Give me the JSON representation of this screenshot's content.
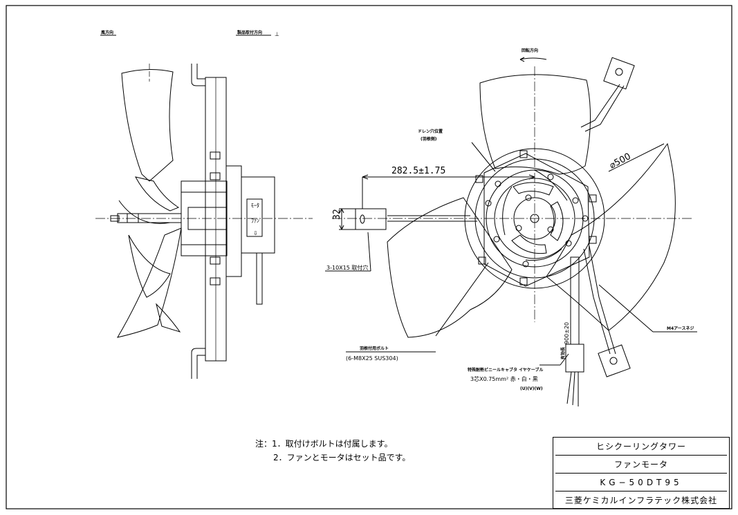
{
  "side_view": {
    "air_direction_label": "風方向",
    "mount_direction_label": "製品取付方向",
    "mount_direction_symbol": "⊥",
    "motor_label_1": "ﾓｰﾀ",
    "motor_label_2": "ﾌｧﾝ",
    "motor_arrow": "⇩"
  },
  "front_view": {
    "rotation_label": "回転方向",
    "drain_label_1": "ドレン穴位置",
    "drain_label_2": "(羽根側)",
    "diameter_label": "⌀500",
    "distance_dim": "282.5±1.75",
    "height_dim": "32",
    "hole_label": "3-10X15 取付穴",
    "bolt_label_1": "羽根付用ボルト",
    "bolt_label_2": "(6-M8X25 SUS304)",
    "earth_label": "M4アースネジ",
    "cable_length": "900±20",
    "cable_length_prefix": "有効長",
    "cable_label_1": "特殊耐熱ビニールキャブタ イヤケーブル",
    "cable_label_2": "3芯X0.75mm² 赤・白・黒",
    "cable_label_3": "(U)(V)(W)"
  },
  "notes": {
    "prefix": "注：",
    "line1": "1．取付けボルトは付属します。",
    "line2": "2．ファンとモータはセット品です。"
  },
  "title_block": {
    "product": "ヒシクーリングタワー",
    "part": "ファンモータ",
    "model": "KG−50DT95",
    "company": "三菱ケミカルインフラテック株式会社"
  }
}
